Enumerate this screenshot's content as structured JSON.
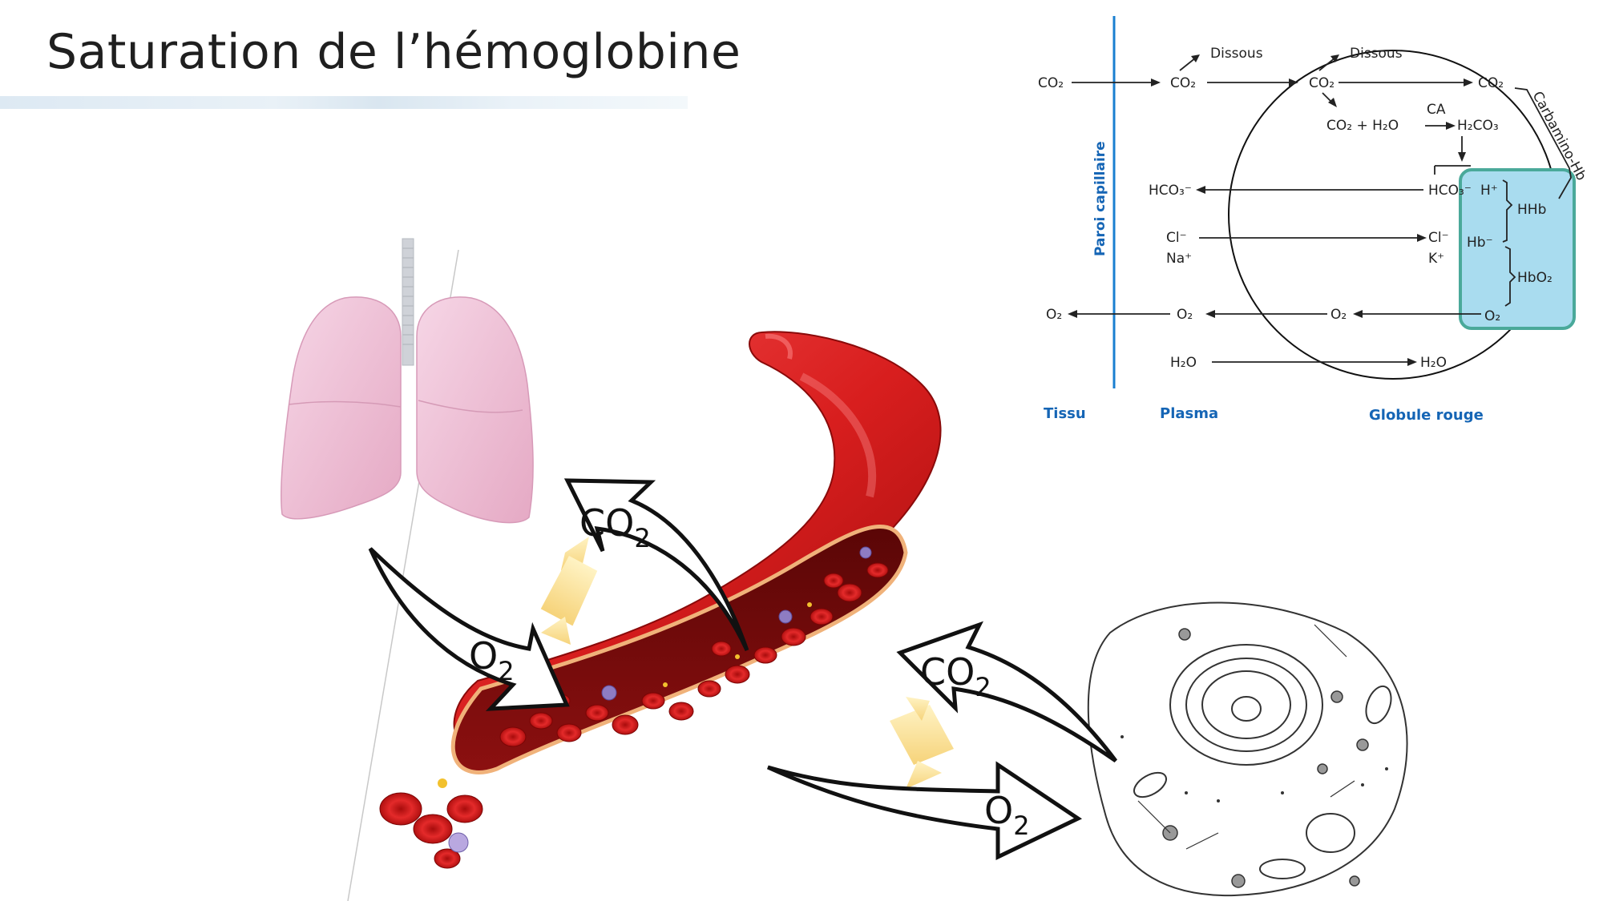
{
  "title": "Saturation de l’hémoglobine",
  "main_diagram": {
    "arrow_labels": {
      "lung_o2": "O",
      "lung_co2": "CO",
      "cell_co2": "CO",
      "cell_o2": "O",
      "subscript": "2"
    }
  },
  "exchange_diagram": {
    "wall_label": "Paroi capillaire",
    "column_labels": {
      "tissue": "Tissu",
      "plasma": "Plasma",
      "red_cell": "Globule rouge"
    },
    "rows": {
      "co2_tissue": "CO₂",
      "co2_plasma": "CO₂",
      "dissolved_plasma": "Dissous",
      "co2_rbc": "CO₂",
      "dissolved_rbc": "Dissous",
      "co2_carbamino": "CO₂",
      "carbamino_label": "Carbamino-Hb",
      "reaction_left": "CO₂ + H₂O",
      "enzyme": "CA",
      "reaction_right": "H₂CO₃",
      "hco3_plasma": "HCO₃⁻",
      "hco3_rbc": "HCO₃⁻",
      "h_plus": "H⁺",
      "hhb": "HHb",
      "cl_plasma": "Cl⁻",
      "na_plasma": "Na⁺",
      "cl_rbc": "Cl⁻",
      "k_rbc": "K⁺",
      "hb_minus": "Hb⁻",
      "hbo2": "HbO₂",
      "o2_tissue": "O₂",
      "o2_plasma": "O₂",
      "o2_rbc": "O₂",
      "o2_bound": "O₂",
      "h2o_plasma": "H₂O",
      "h2o_rbc": "H₂O"
    },
    "colors": {
      "wall": "#1a7fd0",
      "labels": "#1565b5",
      "highlight_fill": "#a9dcef",
      "highlight_stroke": "#4aa99a"
    }
  }
}
